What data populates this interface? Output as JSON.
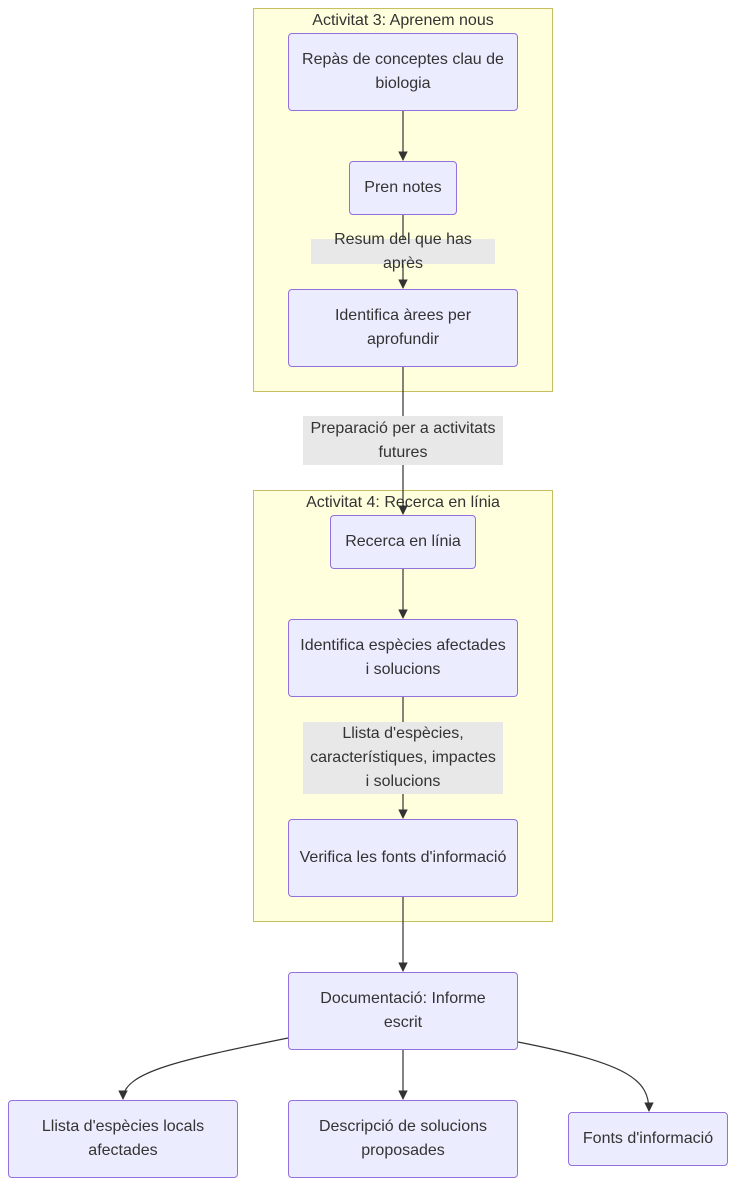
{
  "clusters": {
    "activity3": {
      "title": "Activitat 3: Aprenem nous"
    },
    "activity4": {
      "title": "Activitat 4: Recerca en línia"
    }
  },
  "nodes": {
    "review_concepts": "Repàs de conceptes clau de biologia",
    "take_notes": "Pren notes",
    "identify_areas": "Identifica àrees per aprofundir",
    "online_research": "Recerca en línia",
    "identify_species": "Identifica espècies afectades i solucions",
    "verify_sources": "Verifica les fonts d'informació",
    "documentation": "Documentació: Informe escrit",
    "list_local_species": "Llista d'espècies locals afectades",
    "describe_solutions": "Descripció de solucions proposades",
    "info_sources": "Fonts d'informació"
  },
  "edge_labels": {
    "summary": "Resum del que has après",
    "preparation": "Preparació per a activitats futures",
    "species_list": "Llista d'espècies, característiques, impactes i solucions"
  },
  "colors": {
    "node_fill": "#ececff",
    "node_border": "#9370db",
    "cluster_fill": "#ffffde",
    "cluster_border": "#c8c060",
    "edge": "#333333",
    "label_bg": "#e8e8e8"
  }
}
